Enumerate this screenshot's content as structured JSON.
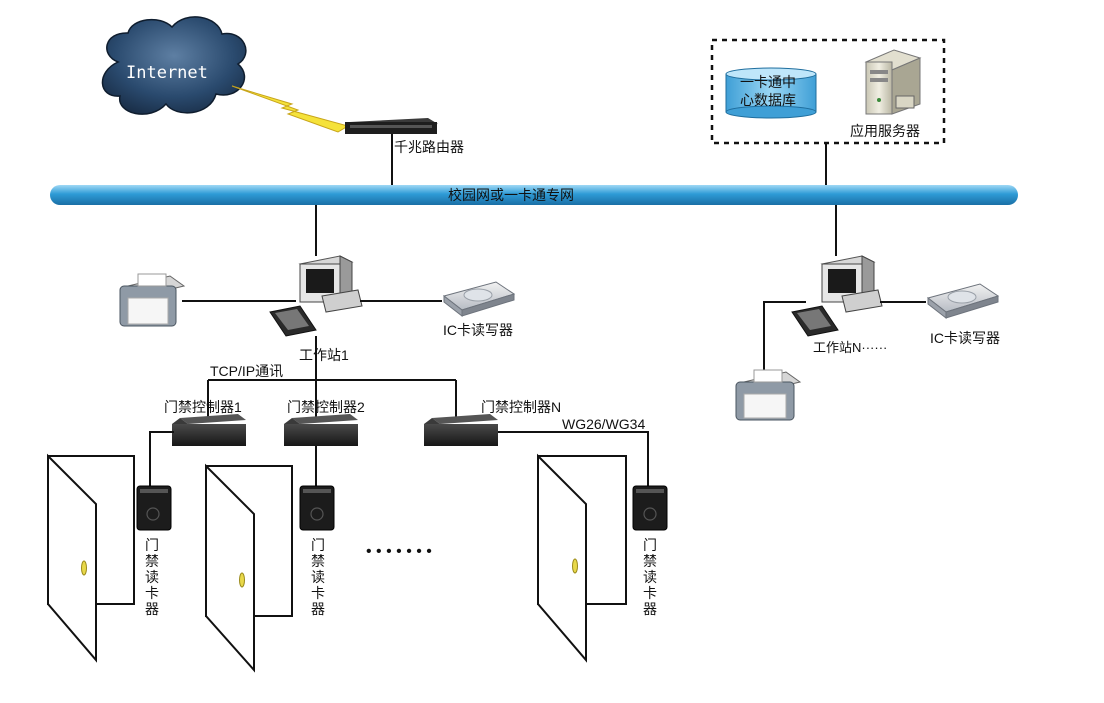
{
  "internet": {
    "label": "Internet"
  },
  "router": {
    "label": "千兆路由器"
  },
  "backbone": {
    "label": "校园网或一卡通专网"
  },
  "server_group": {
    "database_line1": "一卡通中",
    "database_line2": "心数据库",
    "server_label": "应用服务器"
  },
  "workstation1": {
    "label": "工作站1",
    "reader_label": "IC卡读写器"
  },
  "workstationN": {
    "label": "工作站N······",
    "reader_label": "IC卡读写器"
  },
  "bus": {
    "label": "TCP/IP通讯"
  },
  "controllers": [
    {
      "label": "门禁控制器1"
    },
    {
      "label": "门禁控制器2"
    },
    {
      "label": "门禁控制器N"
    }
  ],
  "wiegand": {
    "label": "WG26/WG34"
  },
  "door_reader_label": [
    "门",
    "禁",
    "读",
    "卡",
    "器"
  ],
  "ellipsis": "• • • • • • •",
  "colors": {
    "cloud": "#1e3a5a",
    "backbone": "#3aa3dc",
    "device": "#2b2b2b",
    "door_knob": "#e8d84a",
    "lightning": "#f5e23a"
  }
}
